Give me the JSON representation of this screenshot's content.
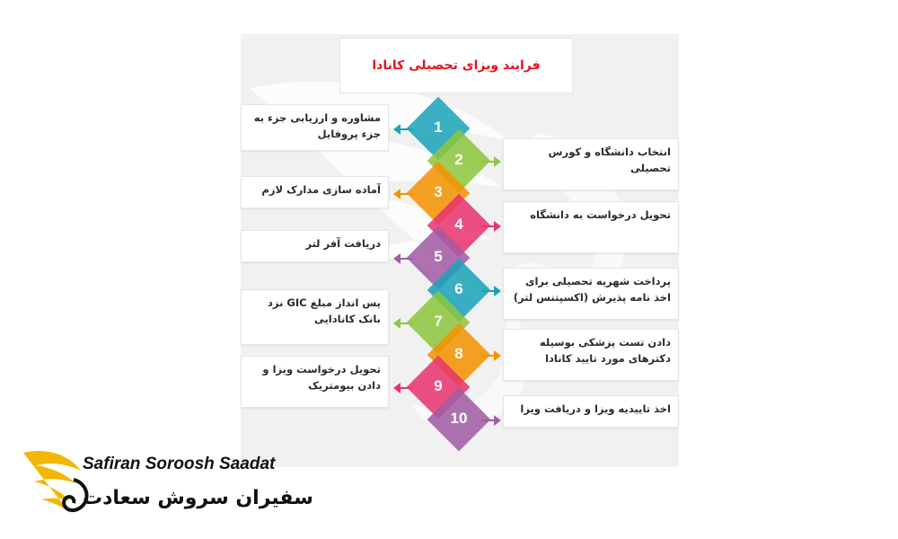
{
  "title": "فرایند ویزای تحصیلی کانادا",
  "steps": [
    {
      "number": "1",
      "text": "مشاوره و ارزیابی جزء به جزء پروفایل",
      "color": "#1aa3b8"
    },
    {
      "number": "2",
      "text": "انتخاب دانشگاه و کورس تحصیلی",
      "color": "#8dc63f"
    },
    {
      "number": "3",
      "text": "آماده سازی مدارک لازم",
      "color": "#f39200"
    },
    {
      "number": "4",
      "text": "تحویل درخواست به دانشگاه",
      "color": "#e8336d"
    },
    {
      "number": "5",
      "text": "دریافت آفر لتر",
      "color": "#a25ba4"
    },
    {
      "number": "6",
      "text": "پرداخت شهریه تحصیلی برای اخذ نامه پذیرش (اکسپتنس لتر)",
      "color": "#1aa3b8"
    },
    {
      "number": "7",
      "text": "پس انداز مبلغ GIC نزد بانک کانادایی",
      "color": "#8dc63f"
    },
    {
      "number": "8",
      "text": "دادن تست پزشکی بوسیله دکترهای مورد تایید کانادا",
      "color": "#f39200"
    },
    {
      "number": "9",
      "text": "تحویل درخواست ویزا و دادن بیومتریک",
      "color": "#e8336d"
    },
    {
      "number": "10",
      "text": "اخذ تاییدیه ویزا و دریافت ویزا",
      "color": "#a25ba4"
    }
  ],
  "logo": {
    "english": "Safiran Soroosh Saadat",
    "persian": "سفیران سروش سعادت",
    "wing_color": "#f2b705"
  }
}
